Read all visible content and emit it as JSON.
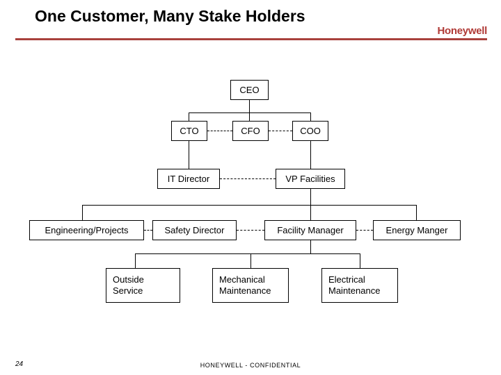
{
  "slide": {
    "title": "One Customer, Many Stake Holders",
    "brand": "Honeywell",
    "accent_color": "#a8403c",
    "background_color": "#ffffff",
    "page_number": "24",
    "footer_note": "HONEYWELL - CONFIDENTIAL"
  },
  "orgchart": {
    "type": "organization-chart",
    "box_border_color": "#000000",
    "box_fill_color": "#ffffff",
    "solid_line_meaning": "reporting line",
    "dashed_line_meaning": "peer / dotted relationship",
    "levels": [
      {
        "level": 1,
        "nodes": [
          "CEO"
        ]
      },
      {
        "level": 2,
        "nodes": [
          "CTO",
          "CFO",
          "COO"
        ]
      },
      {
        "level": 3,
        "nodes": [
          "IT Director",
          "VP Facilities"
        ]
      },
      {
        "level": 4,
        "nodes": [
          "Engineering/Projects",
          "Safety Director",
          "Facility Manager",
          "Energy Manger"
        ]
      },
      {
        "level": 5,
        "nodes": [
          "Outside Service",
          "Mechanical Maintenance",
          "Electrical Maintenance"
        ]
      }
    ],
    "nodes": {
      "ceo": {
        "label": "CEO"
      },
      "cto": {
        "label": "CTO"
      },
      "cfo": {
        "label": "CFO"
      },
      "coo": {
        "label": "COO"
      },
      "it_director": {
        "label": "IT Director"
      },
      "vp_facilities": {
        "label": "VP Facilities"
      },
      "engineering_projects": {
        "label": "Engineering/Projects"
      },
      "safety_director": {
        "label": "Safety Director"
      },
      "facility_manager": {
        "label": "Facility Manager"
      },
      "energy_manger": {
        "label": "Energy Manger"
      },
      "outside_service": {
        "line1": "Outside",
        "line2": "Service"
      },
      "mechanical_maintenance": {
        "line1": "Mechanical",
        "line2": "Maintenance"
      },
      "electrical_maintenance": {
        "line1": "Electrical",
        "line2": "Maintenance"
      }
    },
    "solid_edges": [
      {
        "from": "CEO",
        "to": "CTO"
      },
      {
        "from": "CEO",
        "to": "CFO"
      },
      {
        "from": "CEO",
        "to": "COO"
      },
      {
        "from": "CTO",
        "to": "IT Director"
      },
      {
        "from": "COO",
        "to": "VP Facilities"
      },
      {
        "from": "VP Facilities",
        "to": "Engineering/Projects"
      },
      {
        "from": "VP Facilities",
        "to": "Facility Manager"
      },
      {
        "from": "VP Facilities",
        "to": "Energy Manger"
      },
      {
        "from": "Facility Manager",
        "to": "Outside Service"
      },
      {
        "from": "Facility Manager",
        "to": "Mechanical Maintenance"
      },
      {
        "from": "Facility Manager",
        "to": "Electrical Maintenance"
      }
    ],
    "dashed_edges": [
      {
        "from": "CTO",
        "to": "CFO"
      },
      {
        "from": "CFO",
        "to": "COO"
      },
      {
        "from": "IT Director",
        "to": "VP Facilities"
      },
      {
        "from": "Engineering/Projects",
        "to": "Safety Director"
      },
      {
        "from": "Safety Director",
        "to": "Facility Manager"
      },
      {
        "from": "Facility Manager",
        "to": "Energy Manger"
      }
    ]
  }
}
